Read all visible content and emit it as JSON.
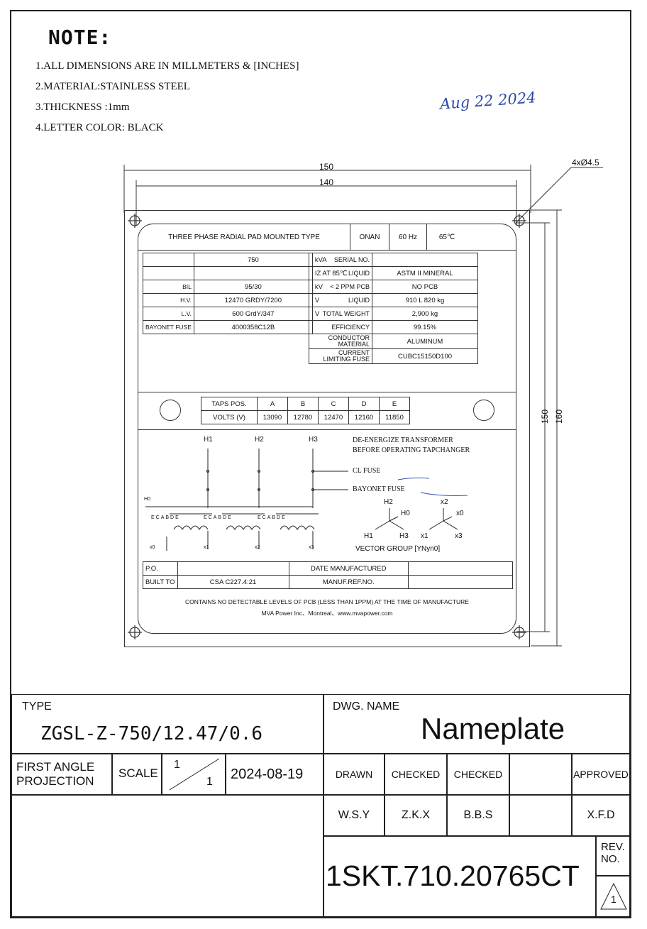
{
  "notes": {
    "title": "NOTE:",
    "lines": [
      "1.ALL DIMENSIONS ARE IN MILLMETERS & [INCHES]",
      "2.MATERIAL:STAINLESS STEEL",
      "3.THICKNESS :1mm",
      "4.LETTER COLOR: BLACK"
    ]
  },
  "handwritten_date": "Aug 22 2024",
  "dimensions": {
    "outer_width": "150",
    "hole_span_width": "140",
    "holes": "4xØ4.5",
    "outer_height": "160",
    "hole_span_height": "150"
  },
  "plate": {
    "header": {
      "type": "THREE PHASE RADIAL PAD MOUNTED TYPE",
      "cooling": "ONAN",
      "freq": "60 Hz",
      "temp": "65℃"
    },
    "left_rows": [
      {
        "label": "",
        "value": "750",
        "unit": "kVA"
      },
      {
        "label": "",
        "value": "",
        "unit": "IZ AT 85℃"
      },
      {
        "label": "BIL",
        "value": "95/30",
        "unit": "kV"
      },
      {
        "label": "H.V.",
        "value": "12470 GRDY/7200",
        "unit": "V"
      },
      {
        "label": "L.V.",
        "value": "600 GrdY/347",
        "unit": "V"
      },
      {
        "label": "BAYONET FUSE",
        "value": "4000358C12B",
        "unit": ""
      }
    ],
    "right_rows": [
      {
        "label": "SERIAL NO.",
        "value": ""
      },
      {
        "label": "LIQUID",
        "value": "ASTM II MINERAL"
      },
      {
        "label": "< 2 PPM PCB",
        "value": "NO PCB"
      },
      {
        "label": "LIQUID",
        "value": "910 L    820 kg"
      },
      {
        "label": "TOTAL WEIGHT",
        "value": "2,900 kg"
      },
      {
        "label": "EFFICIENCY",
        "value": "99.15%"
      },
      {
        "label": "CONDUCTOR MATERIAL",
        "value": "ALUMINUM"
      },
      {
        "label": "CURRENT LIMITING FUSE",
        "value": "CUBC15150D100"
      }
    ],
    "taps": {
      "pos_label": "TAPS POS.",
      "volts_label": "VOLTS (V)",
      "positions": [
        "A",
        "B",
        "C",
        "D",
        "E"
      ],
      "volts": [
        "13090",
        "12780",
        "12470",
        "12160",
        "11850"
      ]
    },
    "diagram": {
      "h_labels": [
        "H1",
        "H2",
        "H3"
      ],
      "x_labels": [
        "x1",
        "x2",
        "x3"
      ],
      "h0": "H0",
      "x0": "x0",
      "tap_letters": "ECABDE",
      "warning_1": "DE-ENERGIZE TRANSFORMER",
      "warning_2": "BEFORE OPERATING TAPCHANGER",
      "cl_fuse": "CL FUSE",
      "bayonet_fuse": "BAYONET FUSE",
      "vec_h2": "H2",
      "vec_h0": "H0",
      "vec_h1": "H1",
      "vec_h3": "H3",
      "vec_x2": "x2",
      "vec_x0": "x0",
      "vec_x1": "x1",
      "vec_x3": "x3",
      "vector_group": "VECTOR GROUP  [YNyn0]"
    },
    "bottom": {
      "po_label": "P.O.",
      "date_label": "DATE MANUFACTURED",
      "built_label": "BUILT TO",
      "built_value": "CSA C227.4:21",
      "manuf_ref_label": "MANUF.REF.NO."
    },
    "footer_1": "CONTAINS NO DETECTABLE LEVELS OF PCB (LESS THAN 1PPM) AT THE TIME OF MANUFACTURE",
    "footer_2": "MVA Power Inc、Montreal、www.mvapower.com"
  },
  "title_block": {
    "type_label": "TYPE",
    "type_value": "ZGSL-Z-750/12.47/0.6",
    "dwg_name_label": "DWG. NAME",
    "dwg_name_value": "Nameplate",
    "projection": "FIRST ANGLE PROJECTION",
    "scale_label": "SCALE",
    "scale_num": "1",
    "scale_den": "1",
    "date": "2024-08-19",
    "roles": [
      "DRAWN",
      "CHECKED",
      "CHECKED",
      "",
      "APPROVED"
    ],
    "names": [
      "W.S.Y",
      "Z.K.X",
      "B.B.S",
      "",
      "X.F.D"
    ],
    "doc_number": "1SKT.710.20765CT",
    "rev_label": "REV. NO.",
    "rev_value": "1"
  }
}
